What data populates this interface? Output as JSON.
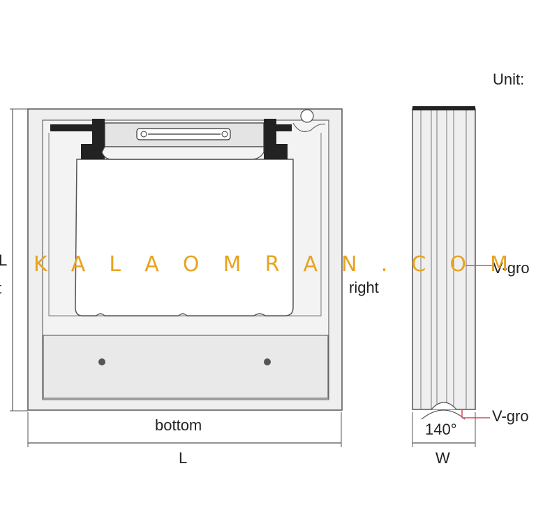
{
  "labels": {
    "unit": "Unit:",
    "left_height": "L",
    "left_side": "t",
    "right_side": "right",
    "bottom_side": "bottom",
    "length": "L",
    "v_groove_top": "V-gro",
    "v_groove_bottom": "V-gro",
    "angle": "140°",
    "width": "W"
  },
  "watermark": {
    "text": "K A L A O M R A N . C O M",
    "color": "#e8a321"
  },
  "colors": {
    "frame_fill": "#efefef",
    "outline": "#555555",
    "vial_dark": "#222222",
    "leader_red": "#d84a5a"
  }
}
